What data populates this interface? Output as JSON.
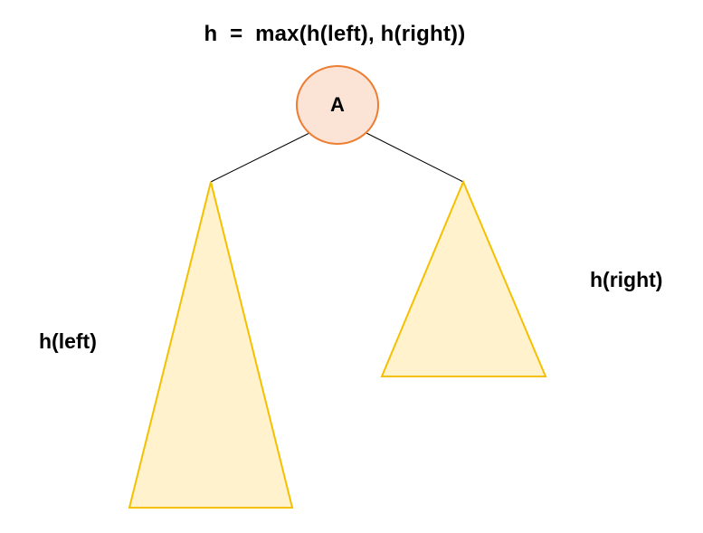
{
  "formula": "h  =  max(h(left), h(right))",
  "root_node": {
    "label": "A",
    "fill_color": "#fbe3d6",
    "stroke_color": "#ed7d31"
  },
  "left_subtree": {
    "height_label": "h(left)",
    "fill_color": "#fff2cc",
    "stroke_color": "#f5c000"
  },
  "right_subtree": {
    "height_label": "h(right)",
    "fill_color": "#fff2cc",
    "stroke_color": "#f5c000"
  },
  "edge_color": "#000000"
}
